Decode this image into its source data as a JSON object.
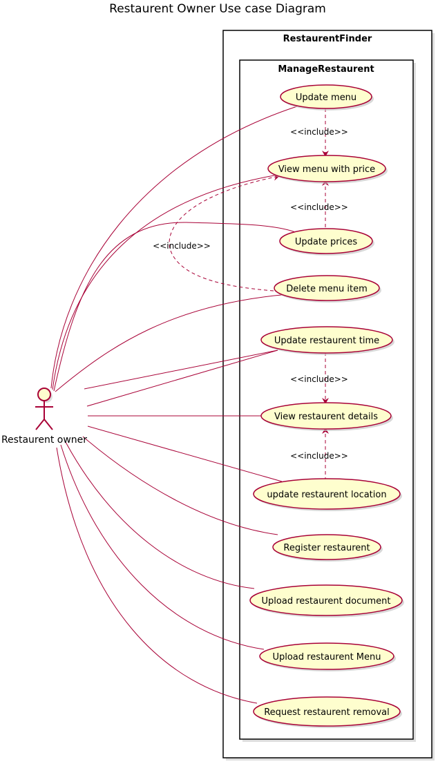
{
  "title": "Restaurent Owner Use case Diagram",
  "colors": {
    "line": "#A80036",
    "usecase_fill": "#FEFECE",
    "actor_fill": "#FEFECE",
    "frame": "#000000",
    "shadow": "#C8C8C8"
  },
  "packages": {
    "outer": "RestaurentFinder",
    "inner": "ManageRestaurent"
  },
  "actor": {
    "name": "Restaurent owner",
    "icon": "stick-figure-actor-icon"
  },
  "use_cases": [
    "Update menu",
    "View menu with price",
    "Update prices",
    "Delete menu item",
    "Update restaurent time",
    "View restaurent details",
    "update restaurent location",
    "Register restaurent",
    "Upload restaurent document",
    "Upload restaurent Menu",
    "Request restaurent removal"
  ],
  "include_label": "<<include>>",
  "relations": {
    "associations": [
      "Update menu",
      "View menu with price",
      "Update prices",
      "Delete menu item",
      "Update restaurent time",
      "View restaurent details",
      "update restaurent location",
      "Register restaurent",
      "Upload restaurent document",
      "Upload restaurent Menu",
      "Request restaurent removal"
    ],
    "includes": [
      {
        "from": "Update menu",
        "to": "View menu with price"
      },
      {
        "from": "Update prices",
        "to": "View menu with price"
      },
      {
        "from": "Delete menu item",
        "to": "View menu with price"
      },
      {
        "from": "Update restaurent time",
        "to": "View restaurent details"
      },
      {
        "from": "update restaurent location",
        "to": "View restaurent details"
      }
    ]
  }
}
